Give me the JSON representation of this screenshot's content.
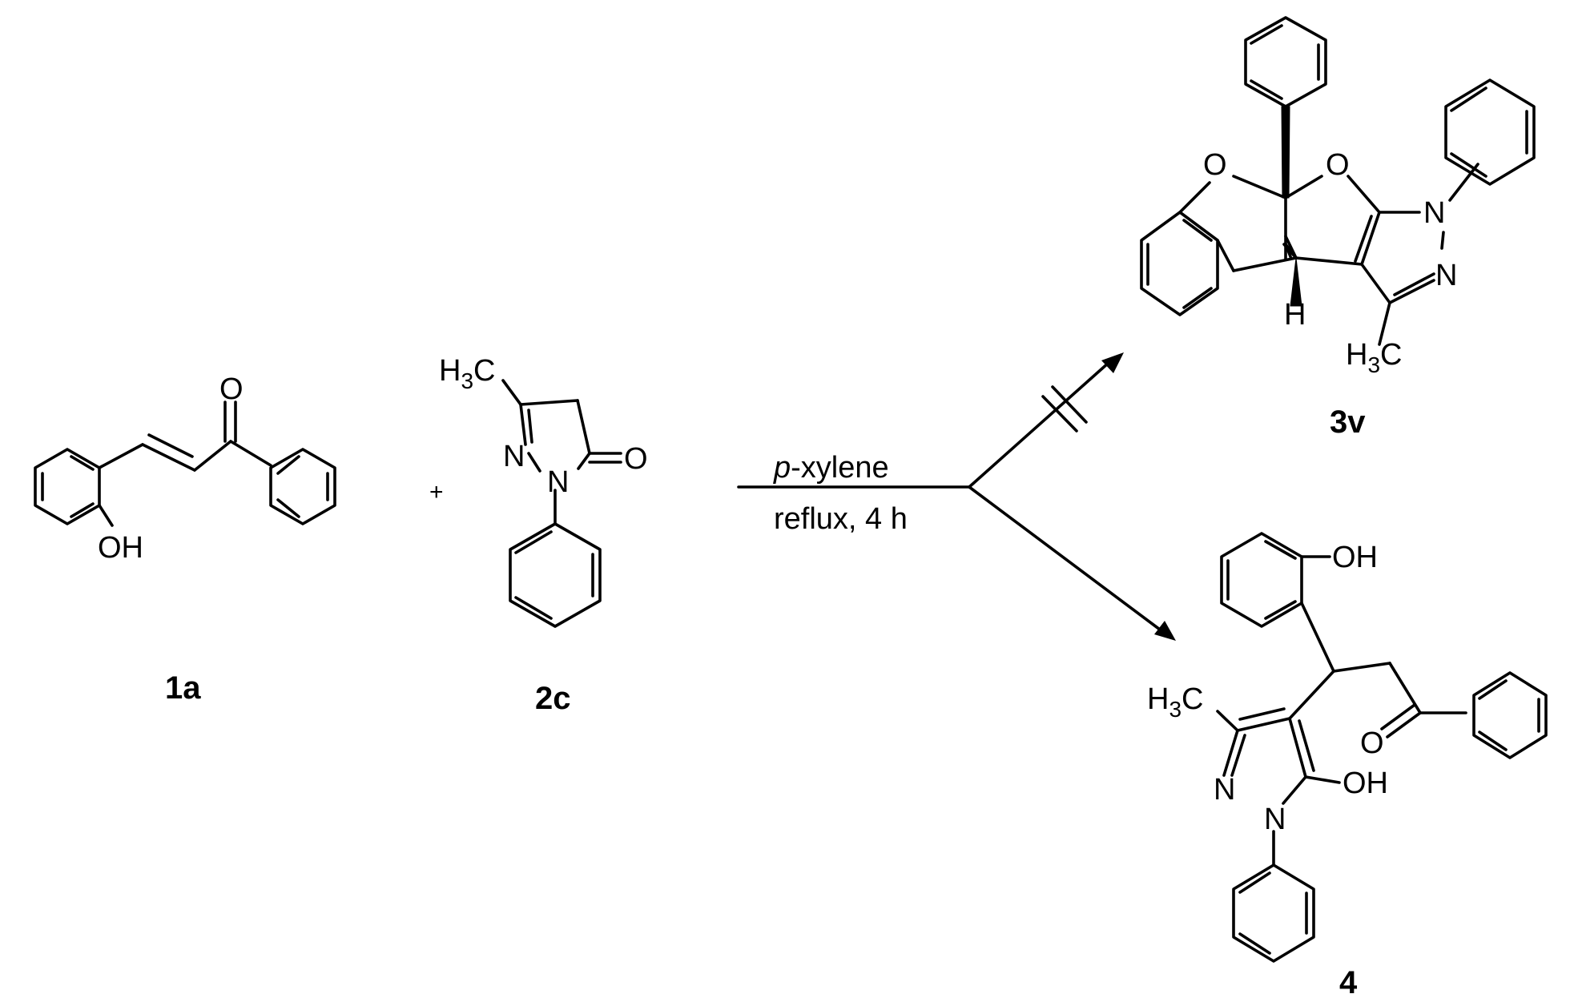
{
  "reactants": {
    "r1": {
      "label": "1a",
      "oh": "OH",
      "o": "O"
    },
    "r2": {
      "label": "2c",
      "ch3_main": "H",
      "ch3_sub": "3",
      "ch3_tail": "C",
      "n1": "N",
      "n2": "N",
      "o": "O"
    }
  },
  "plus": "+",
  "conditions": {
    "solvent_italic": "p",
    "solvent_rest": "-xylene",
    "line2": "reflux, 4 h"
  },
  "products": {
    "p3v": {
      "label": "3v",
      "o1": "O",
      "o2": "O",
      "n1": "N",
      "n2": "N",
      "h": "H",
      "ch3_main": "H",
      "ch3_sub": "3",
      "ch3_tail": "C"
    },
    "p4": {
      "label": "4",
      "oh1": "OH",
      "oh2": "OH",
      "o": "O",
      "n1": "N",
      "n2": "N",
      "ch3_main": "H",
      "ch3_sub": "3",
      "ch3_tail": "C"
    }
  }
}
